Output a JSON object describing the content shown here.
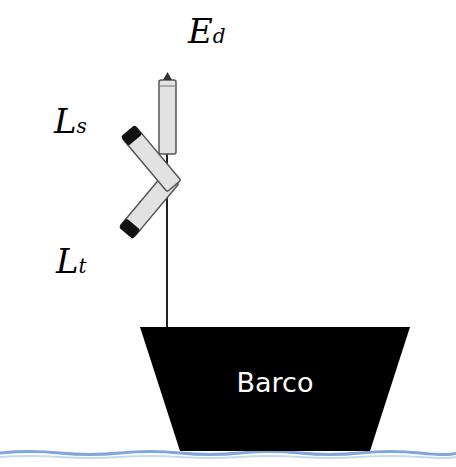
{
  "diagram": {
    "nodes": [
      {
        "text": [
          "Barco"
        ]
      }
    ],
    "labels": [
      "Ed",
      "Ls",
      "Lt"
    ]
  }
}
